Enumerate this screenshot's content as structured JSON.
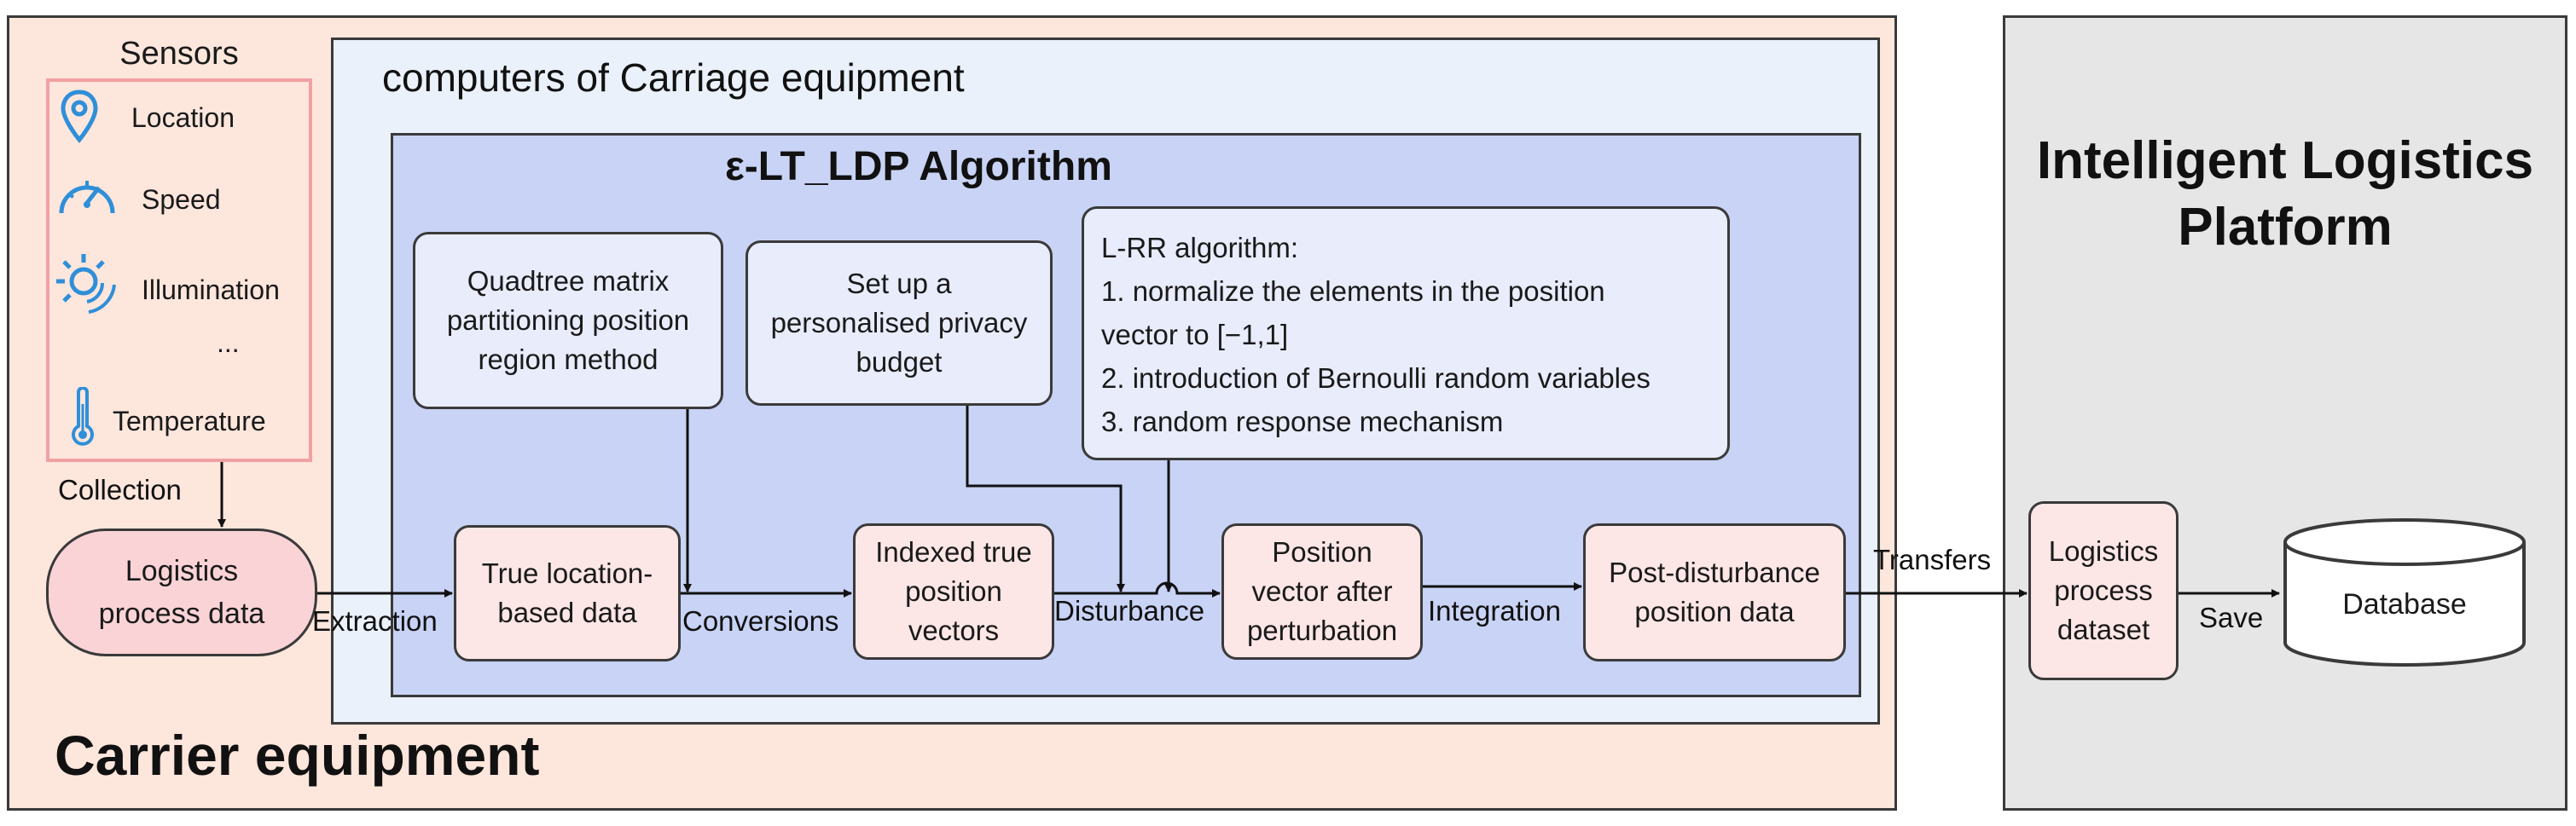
{
  "panels": {
    "carrier_title": "Carrier equipment",
    "computers_title": "computers of Carriage equipment",
    "algorithm_title": "ε-LT_LDP Algorithm",
    "platform_title": "Intelligent Logistics Platform"
  },
  "sensors": {
    "title": "Sensors",
    "items": [
      {
        "label": "Location",
        "icon": "location-pin-icon"
      },
      {
        "label": "Speed",
        "icon": "speedometer-icon"
      },
      {
        "label": "Illumination",
        "icon": "sun-icon"
      },
      {
        "label": "...",
        "icon": ""
      },
      {
        "label": "Temperature",
        "icon": "thermometer-icon"
      }
    ]
  },
  "nodes": {
    "logistics_process_data": "Logistics process data",
    "true_location_data": "True location-based data",
    "quadtree": "Quadtree matrix partitioning position region method",
    "privacy_budget": "Set up a personalised privacy budget",
    "indexed_vectors": "Indexed true position vectors",
    "lrr": {
      "title": "L-RR algorithm:",
      "lines": [
        "1. normalize the elements in the position",
        "vector to [−1,1]",
        "2. introduction of Bernoulli random variables",
        "3. random response mechanism"
      ]
    },
    "position_after": "Position vector after perturbation",
    "post_disturbance": "Post-disturbance position data",
    "logistics_dataset": "Logistics process dataset",
    "database": "Database"
  },
  "edges": {
    "collection": "Collection",
    "extraction": "Extraction",
    "conversions": "Conversions",
    "disturbance": "Disturbance",
    "integration": "Integration",
    "transfers": "Transfers",
    "save": "Save"
  },
  "colors": {
    "carrier_bg": "#fde6dc",
    "computers_bg": "#eaf1fb",
    "algorithm_bg": "#c8d3f5",
    "platform_bg": "#e6e6e6",
    "icon_blue": "#2f8fd8",
    "sensors_border": "#f2a0a3"
  }
}
